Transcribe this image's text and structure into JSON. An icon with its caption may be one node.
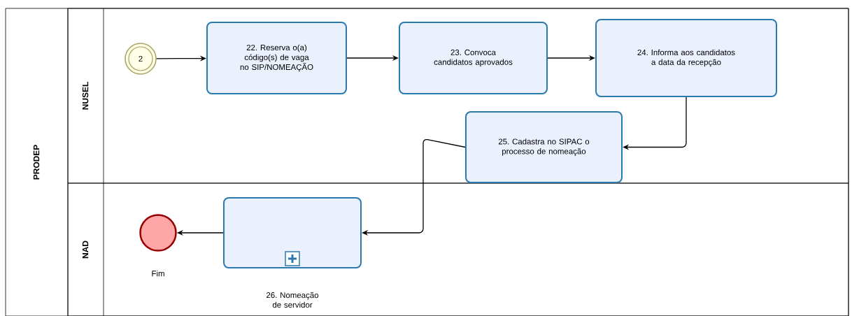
{
  "diagram": {
    "nodes": [
      {
        "text": [
          "PRODEP"
        ]
      },
      {
        "text": [
          "NUSEL"
        ],
        "in": 0
      },
      {
        "text": [
          "NAD"
        ],
        "in": 0
      },
      {
        "text": [
          "2"
        ],
        "in": 1
      },
      {
        "text": [
          "22. Reserva o(a) código(s) de vaga no SIP/NOMEAÇÃO"
        ],
        "in": 1
      },
      {
        "text": [
          "23. Convoca candidatos aprovados"
        ],
        "in": 1
      },
      {
        "text": [
          "24. Informa aos candidatos a data da recepção"
        ],
        "in": 1
      },
      {
        "text": [
          "25. Cadastra no SIPAC o processo de nomeação"
        ],
        "in": 1
      },
      {
        "text": [],
        "shape": "circle",
        "beside": [
          "Fim"
        ],
        "in": 2
      },
      {
        "text": [
          "26. Nomeação de servidor"
        ],
        "in": 2
      }
    ],
    "edges": [
      {
        "from": 3,
        "to": 4,
        "arrow": "to"
      },
      {
        "from": 4,
        "to": 5,
        "arrow": "to"
      },
      {
        "from": 5,
        "to": 6,
        "arrow": "to"
      },
      {
        "from": 6,
        "to": 7,
        "arrow": "to"
      },
      {
        "from": 7,
        "to": 9,
        "arrow": "to"
      },
      {
        "from": 9,
        "to": 8,
        "arrow": "to"
      }
    ]
  }
}
